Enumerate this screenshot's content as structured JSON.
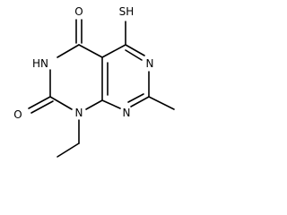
{
  "molecule": {
    "atoms": {
      "sh": "SH",
      "o_top": "O",
      "o_left": "O",
      "nh": "HN",
      "n_ring_left": "N",
      "n_ring_right_top": "N",
      "n_ring_right_bottom": "N"
    }
  },
  "colors": {
    "bond": "#000000",
    "label": "#000000",
    "background": "#ffffff"
  }
}
